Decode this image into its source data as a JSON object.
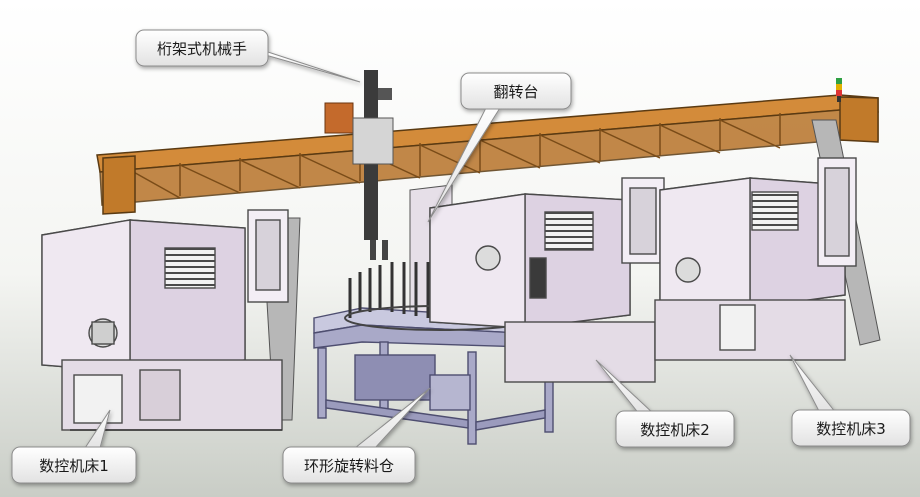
{
  "callouts": {
    "gantry_robot": "桁架式机械手",
    "flip_table": "翻转台",
    "cnc1": "数控机床1",
    "cnc2": "数控机床2",
    "cnc3": "数控机床3",
    "silo": "环形旋转料仓"
  },
  "colors": {
    "background_top": "#ffffff",
    "background_bottom": "#c9cdc6",
    "machine_body": "#e8e0ea",
    "machine_edge": "#4a4a4a",
    "gantry_frame": "#c07a2a",
    "silo_frame": "#a9a9c8",
    "callout_fill": "#f3f3f3",
    "callout_stroke": "#8c8c8c"
  }
}
